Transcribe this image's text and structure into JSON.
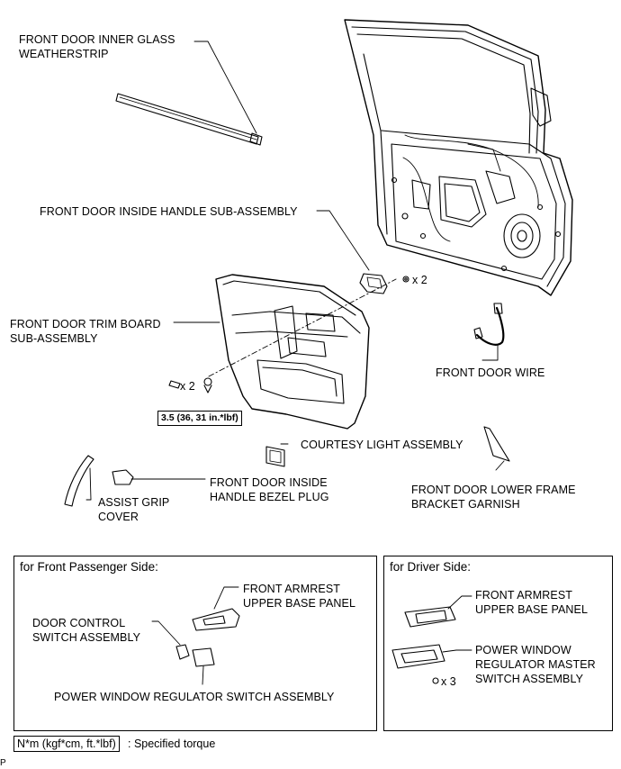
{
  "labels": {
    "glass_weatherstrip": [
      "FRONT DOOR INNER GLASS",
      "WEATHERSTRIP"
    ],
    "inside_handle": [
      "FRONT DOOR INSIDE HANDLE SUB-ASSEMBLY"
    ],
    "trim_board": [
      "FRONT DOOR TRIM BOARD",
      "SUB-ASSEMBLY"
    ],
    "door_wire": [
      "FRONT DOOR WIRE"
    ],
    "courtesy_light": [
      "COURTESY LIGHT ASSEMBLY"
    ],
    "bezel_plug": [
      "FRONT DOOR INSIDE",
      "HANDLE BEZEL PLUG"
    ],
    "assist_grip": [
      "ASSIST GRIP",
      "COVER"
    ],
    "lower_frame_garnish": [
      "FRONT DOOR LOWER FRAME",
      "BRACKET GARNISH"
    ]
  },
  "quantities": {
    "handle_screws": "x 2",
    "trim_screws": "x 2",
    "driver_switch_screws": "x 3"
  },
  "torque_spec": "3.5 (36, 31 in.*lbf)",
  "passenger_panel": {
    "title": "for Front Passenger Side:",
    "armrest": [
      "FRONT ARMREST",
      "UPPER BASE PANEL"
    ],
    "door_control": [
      "DOOR CONTROL",
      "SWITCH ASSEMBLY"
    ],
    "pw_switch": [
      "POWER WINDOW REGULATOR SWITCH ASSEMBLY"
    ]
  },
  "driver_panel": {
    "title": "for Driver Side:",
    "armrest": [
      "FRONT ARMREST",
      "UPPER BASE PANEL"
    ],
    "master_switch": [
      "POWER WINDOW",
      "REGULATOR MASTER",
      "SWITCH ASSEMBLY"
    ]
  },
  "legend": {
    "unit": "N*m (kgf*cm, ft.*lbf)",
    "meaning": ": Specified torque"
  },
  "corner_mark": "P"
}
